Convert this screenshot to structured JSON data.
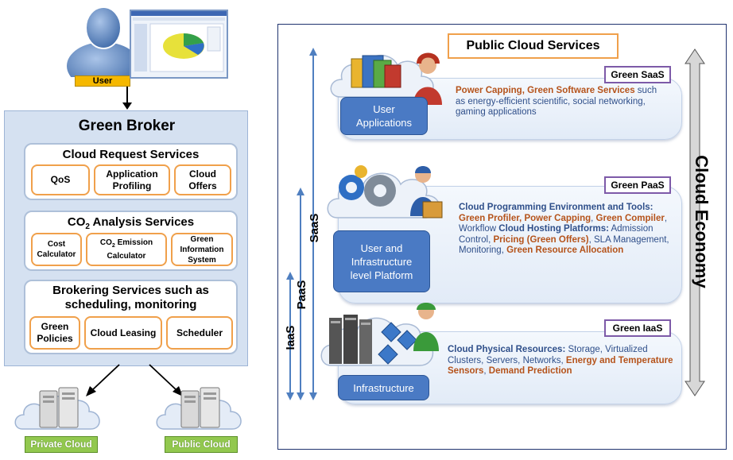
{
  "user": {
    "label": "User"
  },
  "broker": {
    "title": "Green Broker",
    "request": {
      "title": "Cloud Request Services",
      "items": [
        "QoS",
        "Application Profiling",
        "Cloud Offers"
      ]
    },
    "co2": {
      "title_prefix": "CO",
      "title_sub": "2",
      "title_suffix": " Analysis Services",
      "items": [
        "Cost Calculator",
        "Emission Calculator",
        "Green Information System"
      ]
    },
    "brokering": {
      "title_line1": "Brokering Services such as",
      "title_line2": "scheduling, monitoring",
      "items": [
        "Green Policies",
        "Cloud Leasing",
        "Scheduler"
      ]
    }
  },
  "clouds": {
    "private": "Private Cloud",
    "public": "Public Cloud"
  },
  "panel": {
    "title": "Public Cloud Services",
    "economy": "Cloud Economy",
    "axis": {
      "saas": "SaaS",
      "paas": "PaaS",
      "iaas": "IaaS"
    },
    "saas": {
      "tag": "Green SaaS",
      "button": "User Applications",
      "hl1": "Power Capping, Green Software Services",
      "text1": " such as energy-efficient scientific, social networking, gaming applications"
    },
    "paas": {
      "tag": "Green PaaS",
      "button": "User and Infrastructure level Platform",
      "h1": "Cloud Programming Environment and Tools:",
      "o1": "Green Profiler, Power Capping",
      "s1": ", ",
      "o2": "Green Compiler",
      "s2": ", Workflow",
      "h2": "Cloud Hosting Platforms:",
      "s3": " Admission Control, ",
      "o3": "Pricing (Green Offers)",
      "s4": ", SLA Management, Monitoring, ",
      "o4": "Green Resource Allocation"
    },
    "iaas": {
      "tag": "Green IaaS",
      "button": "Infrastructure",
      "h1": "Cloud Physical Resources:",
      "s1": " Storage, Virtualized Clusters, Servers, Networks, ",
      "o1": "Energy and Temperature Sensors",
      "s2": ", ",
      "o2": "Demand Prediction"
    }
  }
}
